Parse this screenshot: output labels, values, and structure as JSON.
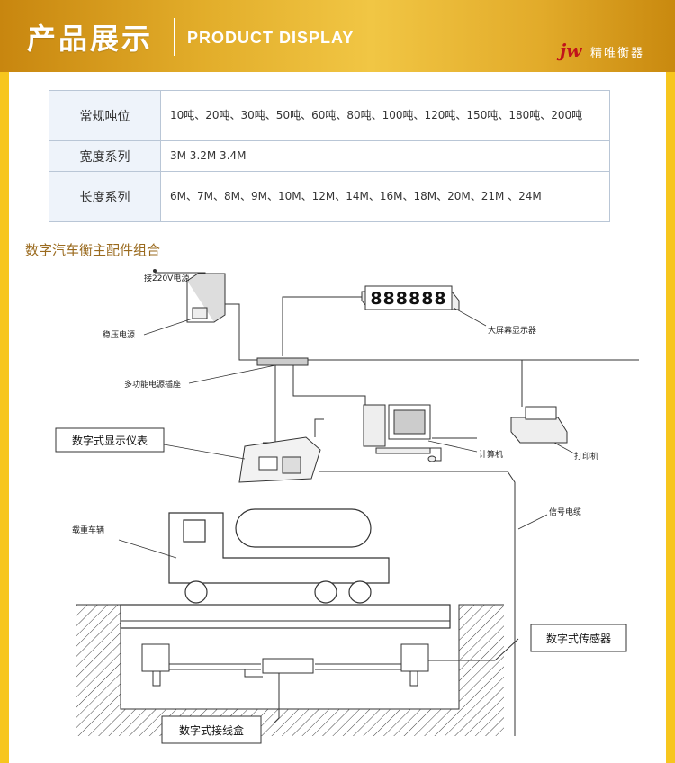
{
  "header": {
    "title_cn": "产品展示",
    "title_en": "PRODUCT DISPLAY",
    "brand_logo": "jw",
    "brand_name": "精唯衡器"
  },
  "specs": {
    "rows": [
      {
        "label": "常规吨位",
        "value": "10吨、20吨、30吨、50吨、60吨、80吨、100吨、120吨、150吨、180吨、200吨"
      },
      {
        "label": "宽度系列",
        "value": "3M 3.2M 3.4M"
      },
      {
        "label": "长度系列",
        "value": "6M、7M、8M、9M、10M、12M、14M、16M、18M、20M、21M 、24M"
      }
    ]
  },
  "section_title": "数字汽车衡主配件组合",
  "diagram": {
    "labels": {
      "power_in": "接220V电源",
      "stabilizer": "稳压电源",
      "socket": "多功能电源插座",
      "big_screen": "大屏幕显示器",
      "big_screen_value": "888888",
      "indicator": "数字式显示仪表",
      "computer": "计算机",
      "printer": "打印机",
      "cable": "信号电缆",
      "vehicle": "载重车辆",
      "sensor": "数字式传感器",
      "junction_box": "数字式接线盒"
    }
  },
  "colors": {
    "background": "#f7c61e",
    "header": "#dca22a",
    "section_title": "#9a6a1e",
    "table_key_bg": "#eef3fa",
    "table_border": "#b9c6d6"
  }
}
